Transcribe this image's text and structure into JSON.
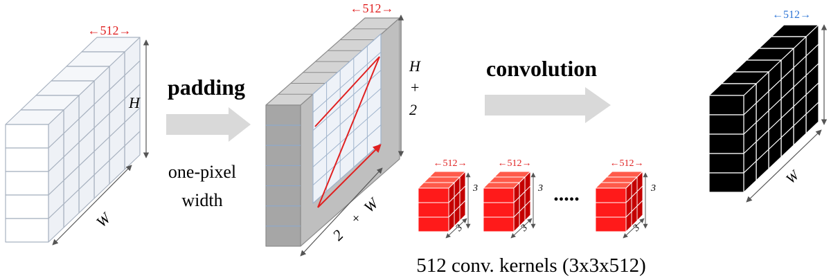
{
  "input_block": {
    "depth_label": "←512→",
    "height_label": "H",
    "width_label": "W",
    "colors": {
      "front": "#ffffff",
      "side": "#eef1f6",
      "top": "#f5f7fa",
      "edge": "#a8b2c0",
      "arrow": "#e02020"
    }
  },
  "padding_step": {
    "label": "padding",
    "caption_line1": "one-pixel",
    "caption_line2": "width",
    "arrow_color": "#d9d9d9"
  },
  "padded_block": {
    "depth_label": "←512→",
    "height_label_var": "H",
    "height_label_plus": "+",
    "height_label_num": "2",
    "width_label_var": "W",
    "width_label_plus": "+",
    "width_label_num": "2",
    "colors": {
      "border": "#bfbfbf",
      "border_dark": "#a6a6a6",
      "inner": "#eef2f8",
      "scan": "#e02020"
    }
  },
  "convolution_step": {
    "label": "convolution",
    "arrow_color": "#d9d9d9"
  },
  "kernels": {
    "items": [
      {
        "depth_label": "←512→",
        "height_label": "3",
        "width_label": "3"
      },
      {
        "depth_label": "←512→",
        "height_label": "3",
        "width_label": "3"
      },
      {
        "depth_label": "←512→",
        "height_label": "3",
        "width_label": "3"
      }
    ],
    "ellipsis": ".....",
    "caption": "512 conv. kernels (3x3x512)",
    "colors": {
      "front": "#ff1a1a",
      "side": "#c40000",
      "top": "#ff5a4a",
      "edge": "#ffffff",
      "label": "#e02020"
    }
  },
  "output_block": {
    "depth_label": "←512→",
    "height_label": "H",
    "width_label": "W",
    "colors": {
      "face": "#000000",
      "edge": "#ffffff",
      "label": "#2e75d6"
    }
  }
}
